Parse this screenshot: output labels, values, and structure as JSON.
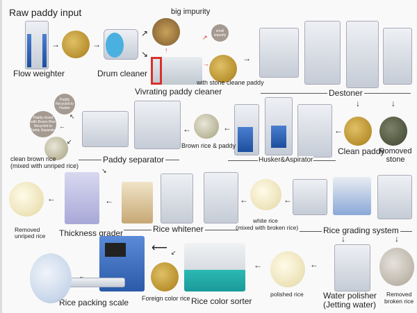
{
  "title": "Raw paddy input",
  "labels": {
    "flow_weighter": "Flow weighter",
    "drum_cleaner": "Drum cleaner",
    "big_impurity": "big impurity",
    "small_impurity": "small impurity",
    "vibrating_cleaner": "Vivrating paddy cleaner",
    "stone_paddy": "with stone cleane paddy",
    "destoner": "Destoner",
    "clean_paddy": "Clean paddy",
    "removed_stone": "Romoved stone",
    "husker": "Husker&Aspirator",
    "brown_paddy": "Brown rice & paddy",
    "paddy_separator": "Paddy separator",
    "paddy_recycled": "Paddy Recycled to Husker",
    "paddy_mixed": "Paddy mixed with Brown Rice Recycled to Paddy Separator",
    "clean_brown_1": "clean brown rice",
    "clean_brown_2": "(mixed with unriped rice)",
    "removed_unriped_1": "Removed",
    "removed_unriped_2": "unriped rice",
    "thickness_grader": "Thickness grader",
    "rice_whitener": "Rice whitener",
    "white_rice_1": "white rice",
    "white_rice_2": "(mixed with broken rice)",
    "grading": "Rice grading system",
    "water_polisher_1": "Water polisher",
    "water_polisher_2": "(Jetting water)",
    "removed_broken_1": "Removed",
    "removed_broken_2": "broken rice",
    "polished": "polished rice",
    "color_sorter": "Rice color sorter",
    "foreign": "Foreign color rice",
    "packing": "Rice packing scale"
  },
  "colors": {
    "machine_blue": "#1d4e9e",
    "sorter_teal": "#1a9a9a",
    "arrow": "#222222",
    "impurity_arrow": "#d9302c"
  }
}
